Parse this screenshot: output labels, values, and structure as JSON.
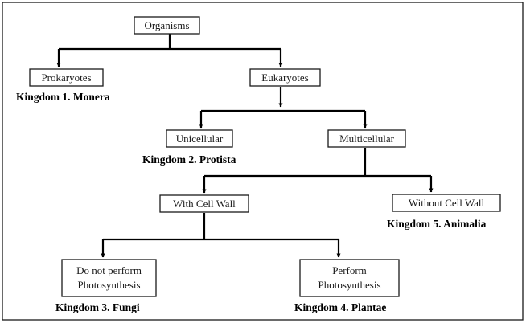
{
  "nodes": {
    "organisms": "Organisms",
    "prokaryotes": "Prokaryotes",
    "eukaryotes": "Eukaryotes",
    "unicellular": "Unicellular",
    "multicellular": "Multicellular",
    "with_cell_wall": "With Cell Wall",
    "without_cell_wall": "Without Cell Wall",
    "no_photosynthesis_line1": "Do not perform",
    "no_photosynthesis_line2": "Photosynthesis",
    "photosynthesis_line1": "Perform",
    "photosynthesis_line2": "Photosynthesis"
  },
  "kingdoms": {
    "monera": "Kingdom 1. Monera",
    "protista": "Kingdom 2. Protista",
    "fungi": "Kingdom 3. Fungi",
    "plantae": "Kingdom 4. Plantae",
    "animalia": "Kingdom 5. Animalia"
  }
}
